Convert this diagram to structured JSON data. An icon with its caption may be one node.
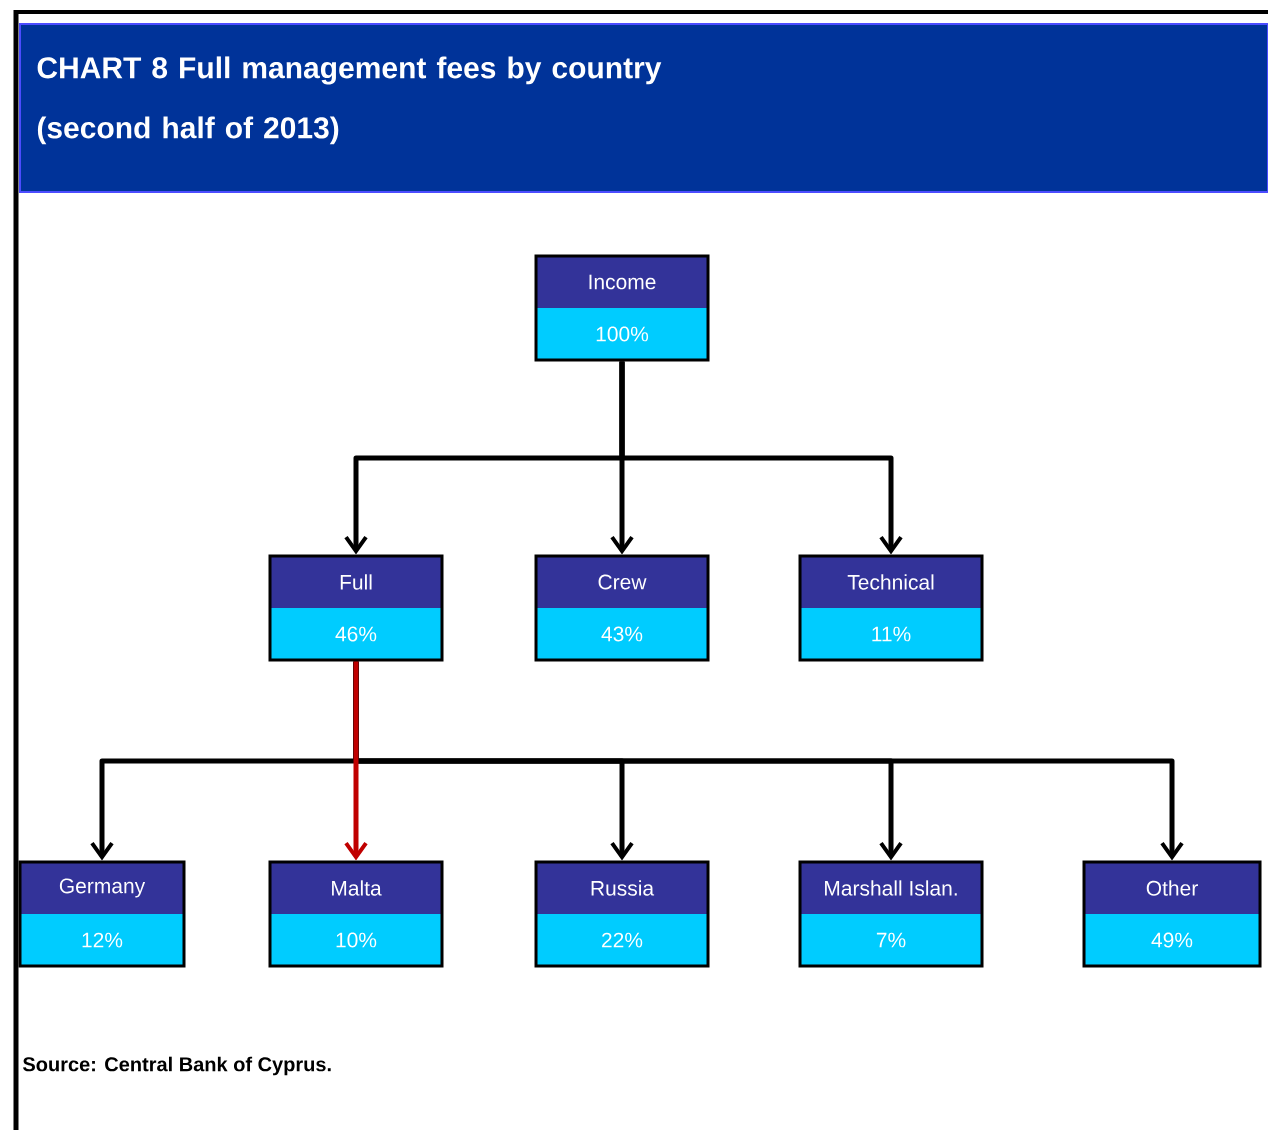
{
  "diagram": {
    "title": "CHART 8 Full management fees by country (second half of 2013)",
    "caption": "Source: Central Bank of Cyprus.",
    "nodes": [
      {
        "text": [
          "Income",
          "100%"
        ]
      },
      {
        "text": [
          "Full",
          "46%"
        ]
      },
      {
        "text": [
          "Crew",
          "43%"
        ]
      },
      {
        "text": [
          "Technical",
          "11%"
        ]
      },
      {
        "text": [
          "Germany",
          "12%"
        ]
      },
      {
        "text": [
          "Malta",
          "10%"
        ]
      },
      {
        "text": [
          "Russia",
          "22%"
        ]
      },
      {
        "text": [
          "Marshall Islan.",
          "7%"
        ]
      },
      {
        "text": [
          "Other",
          "49%"
        ]
      }
    ],
    "edges": [
      {
        "from": 0,
        "to": 1,
        "arrow": "to"
      },
      {
        "from": 0,
        "to": 2,
        "arrow": "to"
      },
      {
        "from": 0,
        "to": 3,
        "arrow": "to"
      },
      {
        "from": 1,
        "to": 4,
        "arrow": "to"
      },
      {
        "from": 1,
        "to": 5,
        "arrow": "to",
        "color": "#c00000"
      },
      {
        "from": 1,
        "to": 6,
        "arrow": "to"
      },
      {
        "from": 1,
        "to": 7,
        "arrow": "to"
      },
      {
        "from": 1,
        "to": 8,
        "arrow": "to"
      }
    ]
  }
}
